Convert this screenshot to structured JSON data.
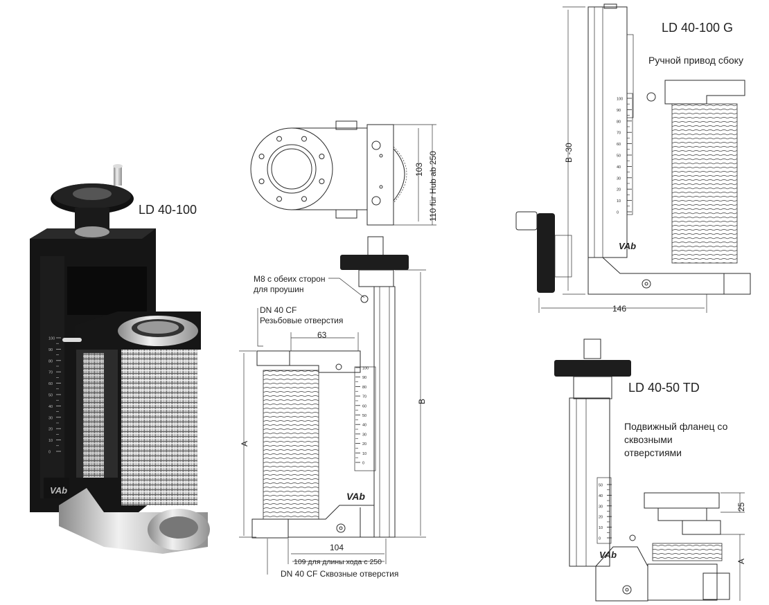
{
  "labels": {
    "ld40_100": "LD 40-100",
    "ld40_100g": "LD 40-100 G",
    "ld40_50td": "LD 40-50 TD",
    "manual_drive_side": "Ручной привод сбоку",
    "movable_flange_line1": "Подвижный фланец со",
    "movable_flange_line2": "сквозными",
    "movable_flange_line3": "отверстиями",
    "m8_line1": "M8 с обеих сторон",
    "m8_line2": "для проушин",
    "dn40_line1": "DN 40 CF",
    "dn40_line2": "Резьбовые отверстия",
    "dn40_through": "DN 40 CF Сквозные отверстия",
    "stroke_note": "109 для длины хода с 250"
  },
  "dimensions": {
    "d63": "63",
    "dA": "A",
    "dB": "B",
    "d104": "104",
    "d103": "103",
    "d110": "110 für Hub ab 250",
    "dB30": "B -30",
    "d146": "146",
    "d25": "25",
    "dA2": "A"
  },
  "scales": {
    "main": [
      "100",
      "90",
      "80",
      "70",
      "60",
      "50",
      "40",
      "30",
      "20",
      "10",
      "0"
    ],
    "g": [
      "100",
      "90",
      "80",
      "70",
      "60",
      "50",
      "40",
      "30",
      "20",
      "10",
      "0"
    ],
    "td": [
      "50",
      "40",
      "30",
      "20",
      "10",
      "0"
    ]
  },
  "logo": "VAb",
  "colors": {
    "metal_dark": "#141414",
    "metal_light": "#c8c8c8",
    "line": "#2a2a2a"
  }
}
